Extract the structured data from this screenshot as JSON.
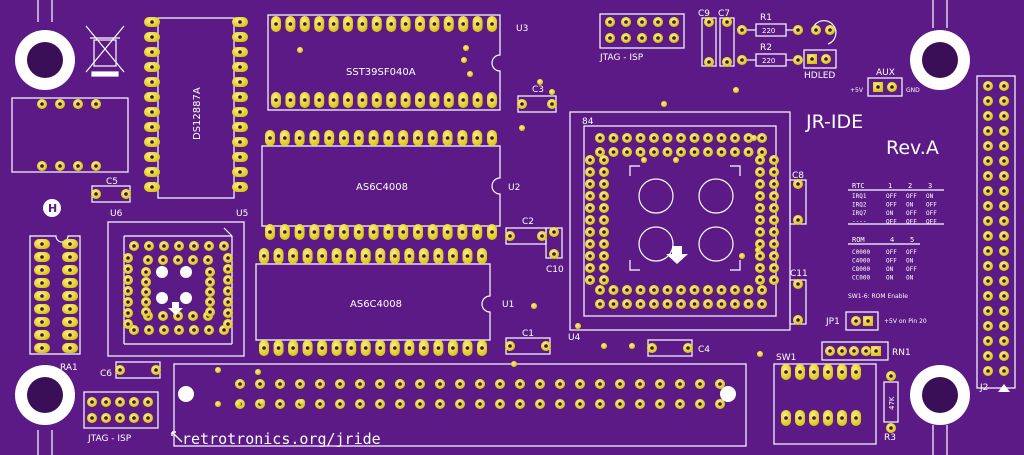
{
  "board": {
    "title": "JR-IDE",
    "revision": "Rev.A",
    "url": "retrotronics.org/jride",
    "colors": {
      "pcb": "#5c1a86",
      "pad": "#e8d71e",
      "silk": "#ffffff",
      "hole": "#3a0f57"
    }
  },
  "chips": {
    "u1": {
      "ref": "U1",
      "part": "AS6C4008"
    },
    "u2": {
      "ref": "U2",
      "part": "AS6C4008"
    },
    "u3": {
      "ref": "U3",
      "part": "SST39SF040A"
    },
    "rtc": {
      "part": "DS12887A"
    },
    "u4": {
      "ref": "U4",
      "pin": "84"
    },
    "u5": {
      "ref": "U5"
    },
    "u6": {
      "ref": "U6"
    }
  },
  "caps": {
    "c1": "C1",
    "c2": "C2",
    "c3": "C3",
    "c4": "C4",
    "c5": "C5",
    "c6": "C6",
    "c7": "C7",
    "c8": "C8",
    "c9": "C9",
    "c10": "C10",
    "c11": "C11"
  },
  "resistors": {
    "r1": "R1",
    "r2": "R2",
    "r1_val": "220",
    "r2_val": "220",
    "r3": "R3",
    "r3_val": "47K",
    "ra1": "RA1",
    "rn1": "RN1"
  },
  "connectors": {
    "jtag_top": "JTAG - ISP",
    "jtag_bottom": "JTAG - ISP",
    "aux": "AUX",
    "plus5v": "+5V",
    "gnd": "GND",
    "hdled": "HDLED",
    "j2": "J2",
    "jp1": "JP1",
    "jp1_note": "+5V on Pin 20",
    "sw1": "SW1"
  },
  "rtc_table": {
    "headers": [
      "RTC",
      "1",
      "2",
      "3"
    ],
    "rows": [
      [
        "IRQ1",
        "OFF",
        "OFF",
        "ON"
      ],
      [
        "IRQ2",
        "OFF",
        "ON",
        "OFF"
      ],
      [
        "IRQ7",
        "ON",
        "OFF",
        "OFF"
      ],
      [
        "----",
        "OFF",
        "OFF",
        "OFF"
      ]
    ]
  },
  "rom_table": {
    "headers": [
      "ROM",
      "4",
      "5"
    ],
    "rows": [
      [
        "C0000",
        "OFF",
        "OFF"
      ],
      [
        "C4000",
        "OFF",
        "ON"
      ],
      [
        "C8000",
        "ON",
        "OFF"
      ],
      [
        "CC000",
        "ON",
        "ON"
      ]
    ]
  },
  "sw_note": "SW1-6: ROM Enable"
}
